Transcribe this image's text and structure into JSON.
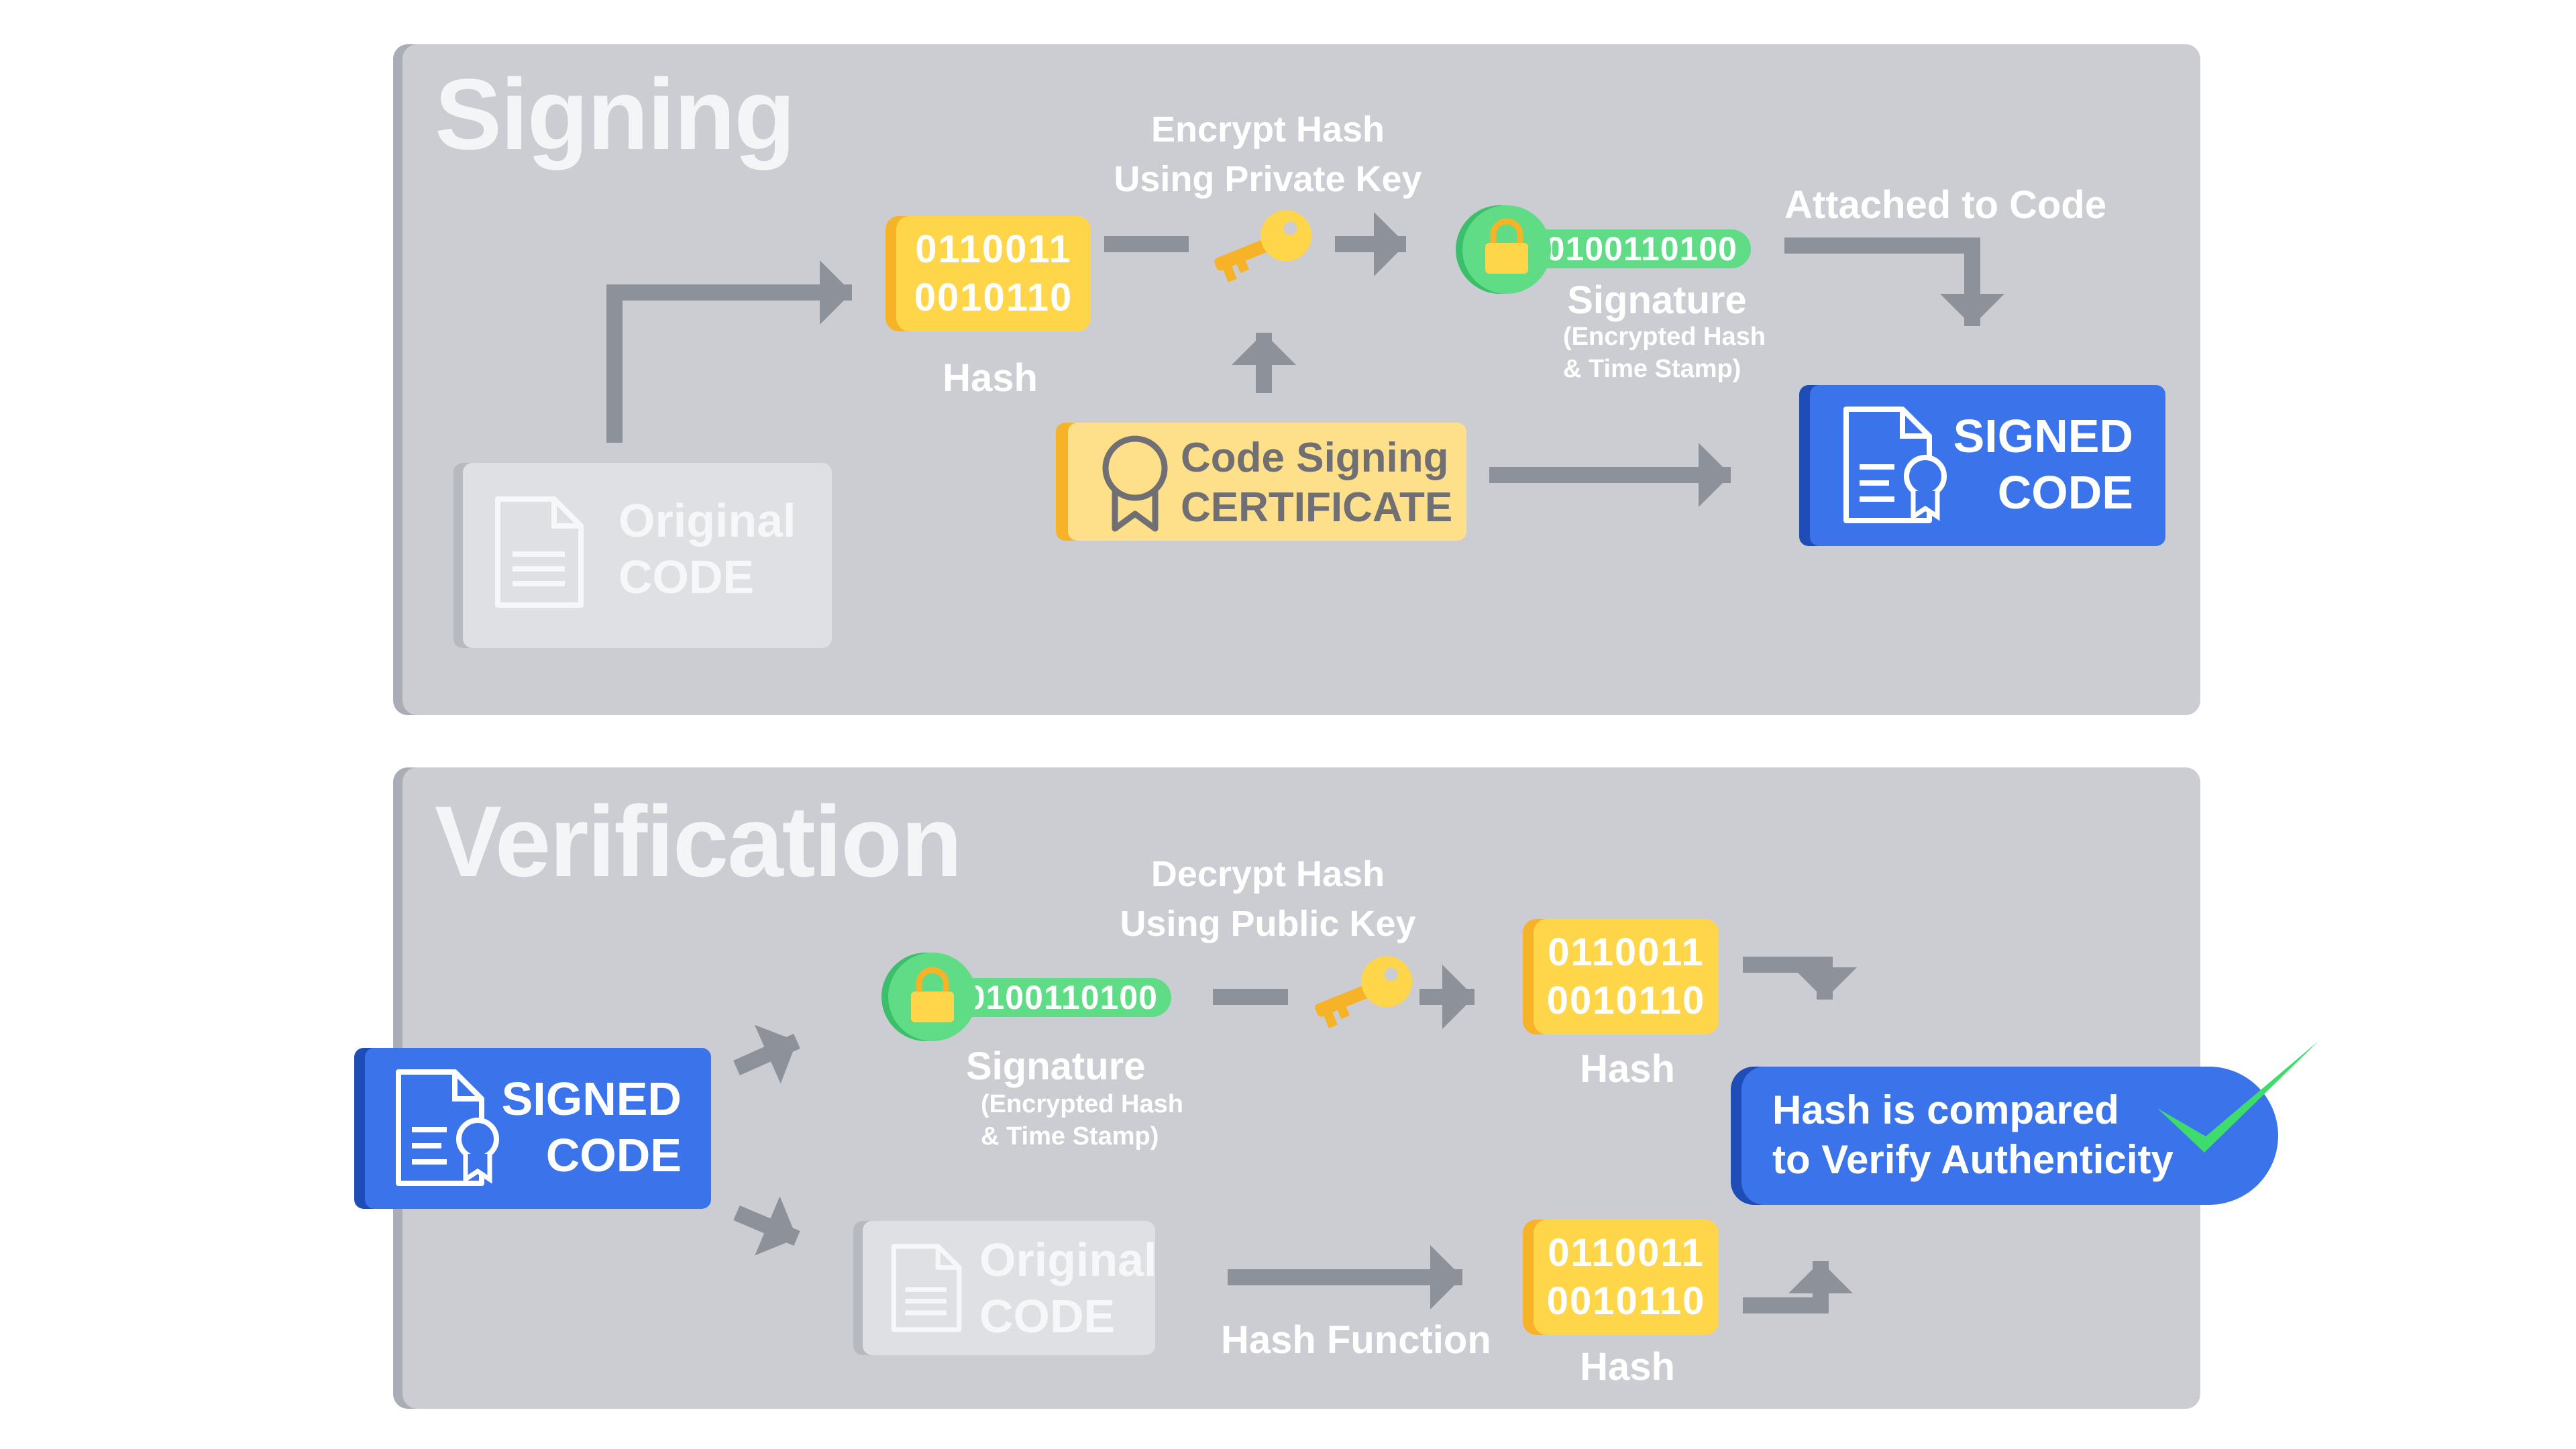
{
  "signing": {
    "title": "Signing",
    "original_code": {
      "line1": "Original",
      "line2": "CODE"
    },
    "hash": {
      "line1": "0110011",
      "line2": "0010110",
      "label": "Hash"
    },
    "encrypt_label": {
      "line1": "Encrypt Hash",
      "line2": "Using Private Key"
    },
    "signature": {
      "bits": "0100110100",
      "label": "Signature",
      "note1": "(Encrypted Hash",
      "note2": "& Time Stamp)"
    },
    "attached_label": "Attached to Code",
    "certificate": {
      "line1": "Code Signing",
      "line2": "CERTIFICATE"
    },
    "signed_code": {
      "line1": "SIGNED",
      "line2": "CODE"
    }
  },
  "verification": {
    "title": "Verification",
    "signed_code": {
      "line1": "SIGNED",
      "line2": "CODE"
    },
    "signature": {
      "bits": "0100110100",
      "label": "Signature",
      "note1": "(Encrypted Hash",
      "note2": "& Time Stamp)"
    },
    "decrypt_label": {
      "line1": "Decrypt Hash",
      "line2": "Using Public Key"
    },
    "hash_top": {
      "line1": "0110011",
      "line2": "0010110",
      "label": "Hash"
    },
    "original_code": {
      "line1": "Original",
      "line2": "CODE"
    },
    "hash_function_label": "Hash Function",
    "hash_bottom": {
      "line1": "0110011",
      "line2": "0010110",
      "label": "Hash"
    },
    "result": {
      "line1": "Hash is compared",
      "line2": "to Verify Authenticity"
    }
  },
  "colors": {
    "panel": "#cbcdd2",
    "yellow": "#ffd54a",
    "blue": "#3b74ea",
    "green": "#5fdc85",
    "arrow": "#8d9199"
  }
}
